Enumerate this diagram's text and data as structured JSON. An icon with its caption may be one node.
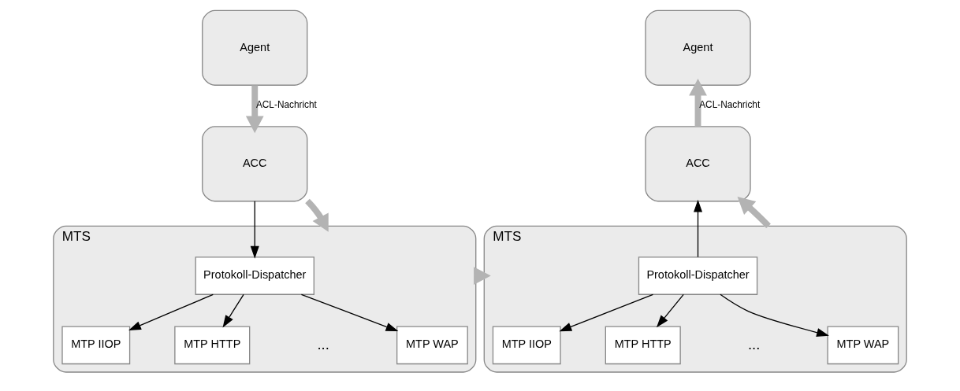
{
  "diagram": {
    "nodes": [
      {
        "text": [
          "Agent"
        ]
      },
      {
        "text": [
          "ACC"
        ]
      },
      {
        "text": [
          "MTS"
        ]
      },
      {
        "text": [
          "Protokoll-Dispatcher"
        ],
        "in": 2
      },
      {
        "text": [
          "MTP IIOP"
        ],
        "in": 2
      },
      {
        "text": [
          "MTP HTTP"
        ],
        "in": 2
      },
      {
        "text": [
          "MTP WAP"
        ],
        "in": 2
      },
      {
        "text": [
          "Agent"
        ]
      },
      {
        "text": [
          "ACC"
        ]
      },
      {
        "text": [
          "MTS"
        ]
      },
      {
        "text": [
          "Protokoll-Dispatcher"
        ],
        "in": 9
      },
      {
        "text": [
          "MTP IIOP"
        ],
        "in": 9
      },
      {
        "text": [
          "MTP HTTP"
        ],
        "in": 9
      },
      {
        "text": [
          "MTP WAP"
        ],
        "in": 9
      }
    ],
    "edges": [
      {
        "from": 0,
        "to": 1,
        "arrow": "to",
        "label": "ACL-Nachricht",
        "style": "thick",
        "color": "#b3b3b3"
      },
      {
        "from": 1,
        "to": 2,
        "arrow": "to",
        "style": "thick",
        "color": "#b3b3b3"
      },
      {
        "from": 1,
        "to": 3,
        "arrow": "to"
      },
      {
        "from": 3,
        "to": 4,
        "arrow": "to"
      },
      {
        "from": 3,
        "to": 5,
        "arrow": "to"
      },
      {
        "from": 3,
        "to": 6,
        "arrow": "to"
      },
      {
        "from": 2,
        "to": 9,
        "arrow": "to",
        "style": "thick",
        "color": "#b3b3b3"
      },
      {
        "from": 10,
        "to": 11,
        "arrow": "to"
      },
      {
        "from": 10,
        "to": 12,
        "arrow": "to"
      },
      {
        "from": 10,
        "to": 13,
        "arrow": "to"
      },
      {
        "from": 9,
        "to": 8,
        "arrow": "to",
        "style": "thick",
        "color": "#b3b3b3"
      },
      {
        "from": 10,
        "to": 8,
        "arrow": "to"
      },
      {
        "from": 8,
        "to": 7,
        "arrow": "to",
        "label": "ACL-Nachricht",
        "style": "thick",
        "color": "#b3b3b3"
      }
    ],
    "labels": [
      "...",
      "..."
    ]
  }
}
